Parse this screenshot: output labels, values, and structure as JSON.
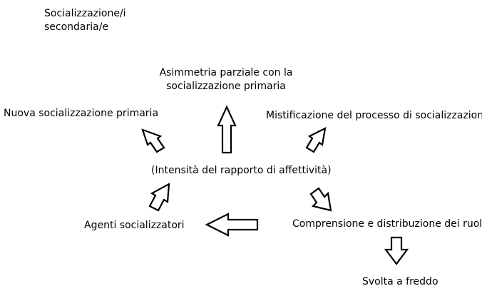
{
  "title": {
    "line1": "Socializzazione/i",
    "line2": "secondaria/e"
  },
  "nodes": {
    "asimmetria": {
      "line1": "Asimmetria parziale con la",
      "line2": "socializzazione primaria"
    },
    "nuova": "Nuova socializzazione primaria",
    "mistificazione": "Mistificazione del processo di socializzazione",
    "intensita": "(Intensità del rapporto di affettività)",
    "agenti": "Agenti socializzatori",
    "comprensione": "Comprensione e distribuzione dei ruoli",
    "svolta": "Svolta a freddo"
  },
  "colors": {
    "text": "#000000",
    "arrow_fill": "#ffffff",
    "arrow_stroke": "#000000",
    "background": "#ffffff"
  }
}
